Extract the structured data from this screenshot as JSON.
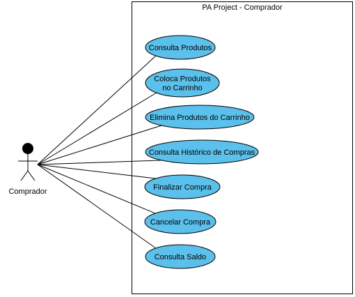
{
  "system": {
    "title": "PA Project - Comprador"
  },
  "actor": {
    "name": "Comprador"
  },
  "colors": {
    "usecase_fill": "#5bc0eb",
    "line": "#000000",
    "background": "#ffffff"
  },
  "use_cases": [
    {
      "lines": [
        "Consulta Produtos"
      ]
    },
    {
      "lines": [
        "Coloca Produtos",
        "no Carrinho"
      ]
    },
    {
      "lines": [
        "Elimina Produtos do Carrinho"
      ]
    },
    {
      "lines": [
        "Consulta Histórico de Compras"
      ]
    },
    {
      "lines": [
        "Finalizar Compra"
      ]
    },
    {
      "lines": [
        "Cancelar Compra"
      ]
    },
    {
      "lines": [
        "Consulta Saldo"
      ]
    }
  ]
}
